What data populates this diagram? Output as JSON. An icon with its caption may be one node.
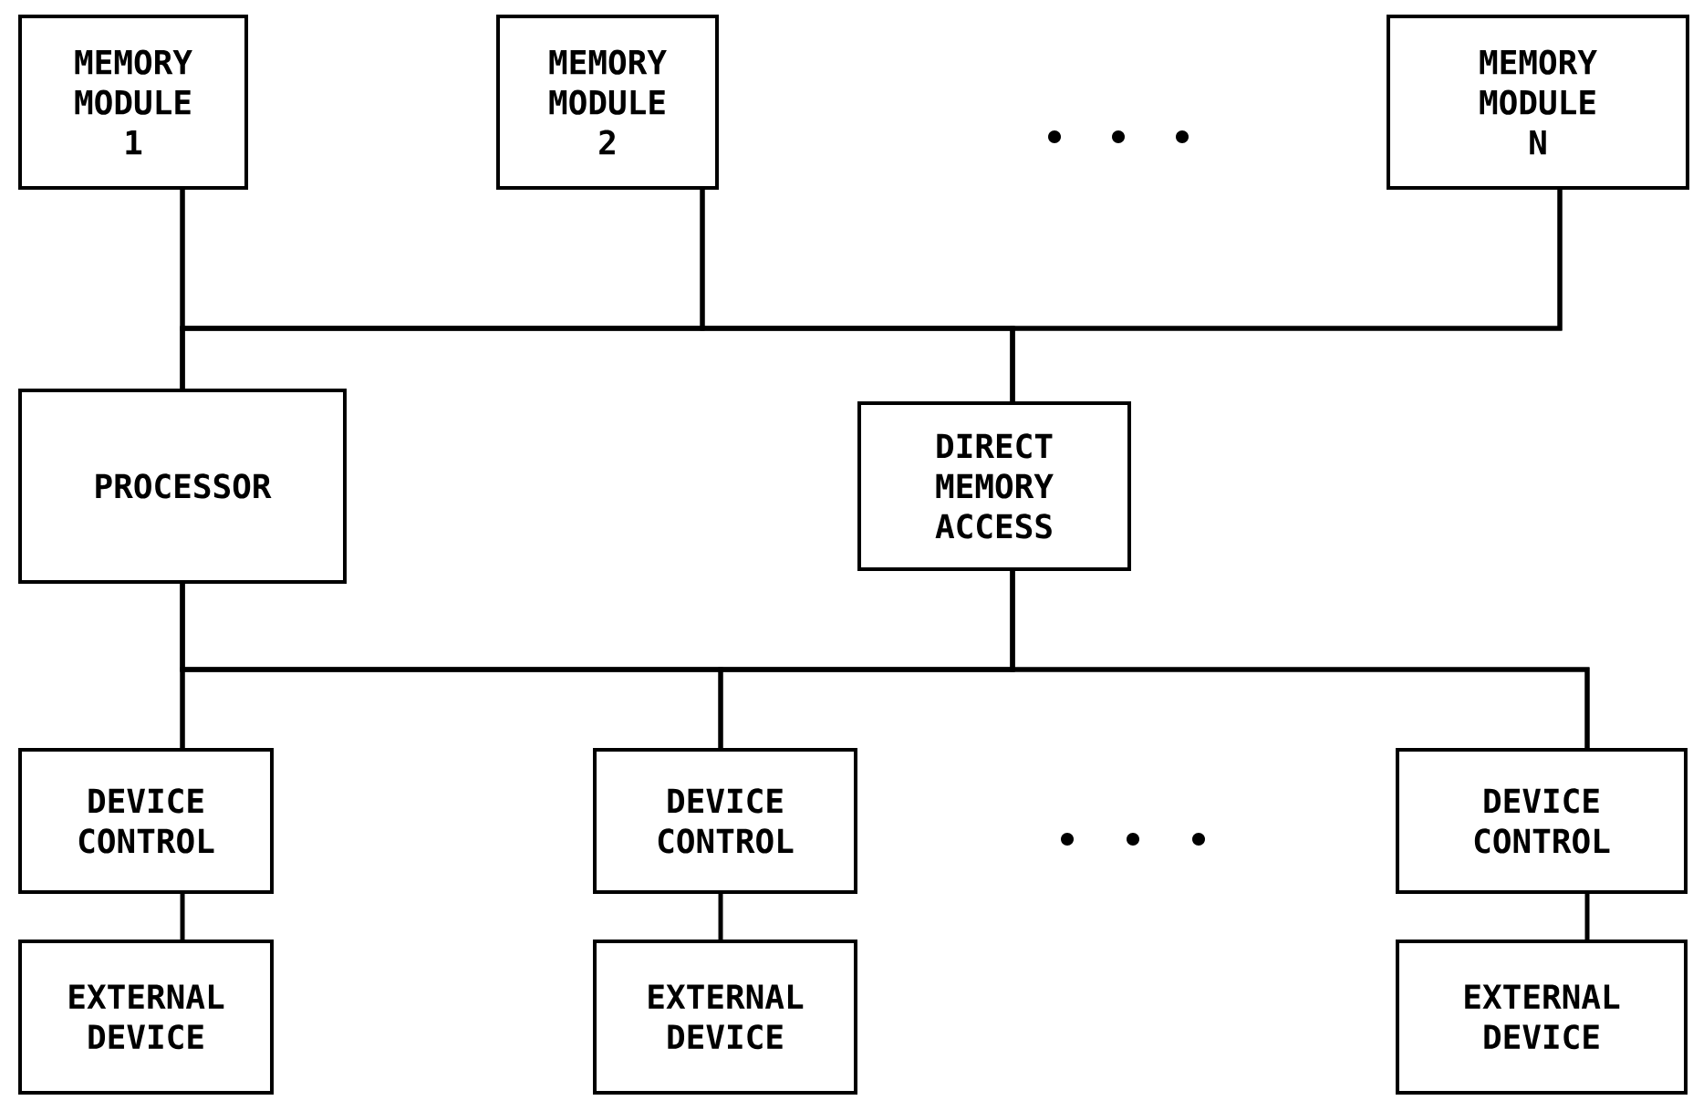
{
  "diagram": {
    "nodes": [
      {
        "text": [
          "MEMORY MODULE 1"
        ]
      },
      {
        "text": [
          "MEMORY MODULE 2"
        ]
      },
      {
        "text": [
          "MEMORY MODULE N"
        ]
      },
      {
        "text": [
          "PROCESSOR"
        ]
      },
      {
        "text": [
          "DIRECT MEMORY ACCESS"
        ]
      },
      {
        "text": [
          "DEVICE CONTROL"
        ]
      },
      {
        "text": [
          "DEVICE CONTROL"
        ]
      },
      {
        "text": [
          "DEVICE CONTROL"
        ]
      },
      {
        "text": [
          "EXTERNAL DEVICE"
        ]
      },
      {
        "text": [
          "EXTERNAL DEVICE"
        ]
      },
      {
        "text": [
          "EXTERNAL DEVICE"
        ]
      }
    ],
    "edges": [
      {
        "from": 0,
        "to": 3,
        "arrow": "none"
      },
      {
        "from": 0,
        "to": 4,
        "arrow": "none"
      },
      {
        "from": 1,
        "to": 3,
        "arrow": "none"
      },
      {
        "from": 1,
        "to": 4,
        "arrow": "none"
      },
      {
        "from": 2,
        "to": 3,
        "arrow": "none"
      },
      {
        "from": 2,
        "to": 4,
        "arrow": "none"
      },
      {
        "from": 3,
        "to": 5,
        "arrow": "none"
      },
      {
        "from": 3,
        "to": 6,
        "arrow": "none"
      },
      {
        "from": 3,
        "to": 7,
        "arrow": "none"
      },
      {
        "from": 4,
        "to": 5,
        "arrow": "none"
      },
      {
        "from": 4,
        "to": 6,
        "arrow": "none"
      },
      {
        "from": 4,
        "to": 7,
        "arrow": "none"
      },
      {
        "from": 5,
        "to": 8,
        "arrow": "none"
      },
      {
        "from": 6,
        "to": 9,
        "arrow": "none"
      },
      {
        "from": 7,
        "to": 10,
        "arrow": "none"
      }
    ]
  }
}
